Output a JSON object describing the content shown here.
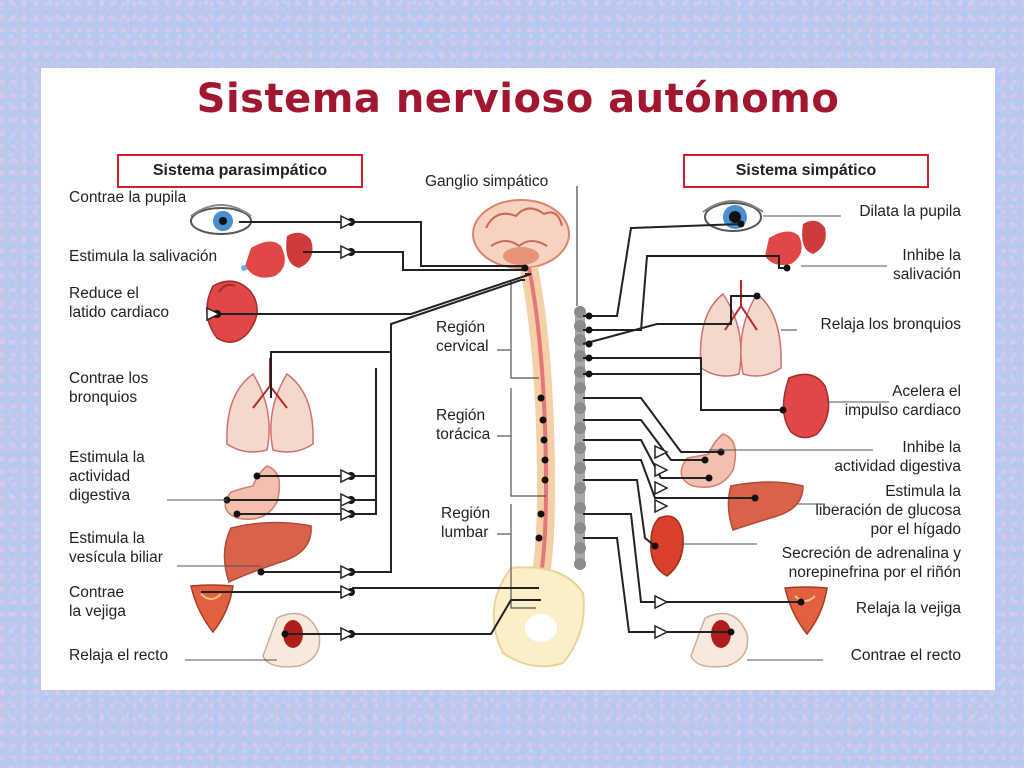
{
  "title": "Sistema nervioso autónomo",
  "parasympathetic": {
    "header": "Sistema parasimpático",
    "effects": [
      "Contrae la pupila",
      "Estimula la salivación",
      "Reduce el\nlatido cardiaco",
      "Contrae los\nbronquios",
      "Estimula la\nactividad\ndigestiva",
      "Estimula la\nvesícula biliar",
      "Contrae\nla vejiga",
      "Relaja el recto"
    ]
  },
  "sympathetic": {
    "header": "Sistema simpático",
    "effects": [
      "Dilata la pupila",
      "Inhibe la\nsalivación",
      "Relaja los bronquios",
      "Acelera el\nimpulso cardiaco",
      "Inhibe la\nactividad digestiva",
      "Estimula la\nliberación de glucosa\npor el hígado",
      "Secreción de adrenalina y\nnorepinefrina por el riñón",
      "Relaja la vejiga",
      "Contrae el recto"
    ]
  },
  "center": {
    "ganglion_label": "Ganglio simpático",
    "regions": [
      "Región\ncervical",
      "Región\ntorácica",
      "Región\nlumbar"
    ]
  },
  "colors": {
    "title": "#a3162f",
    "box_border": "#d0202b",
    "organ": "#e04848",
    "organ_light": "#f3c0b0",
    "spine": "#f0c8a0",
    "ganglion_chain": "#9a9a9a",
    "nerve": "#222222"
  }
}
